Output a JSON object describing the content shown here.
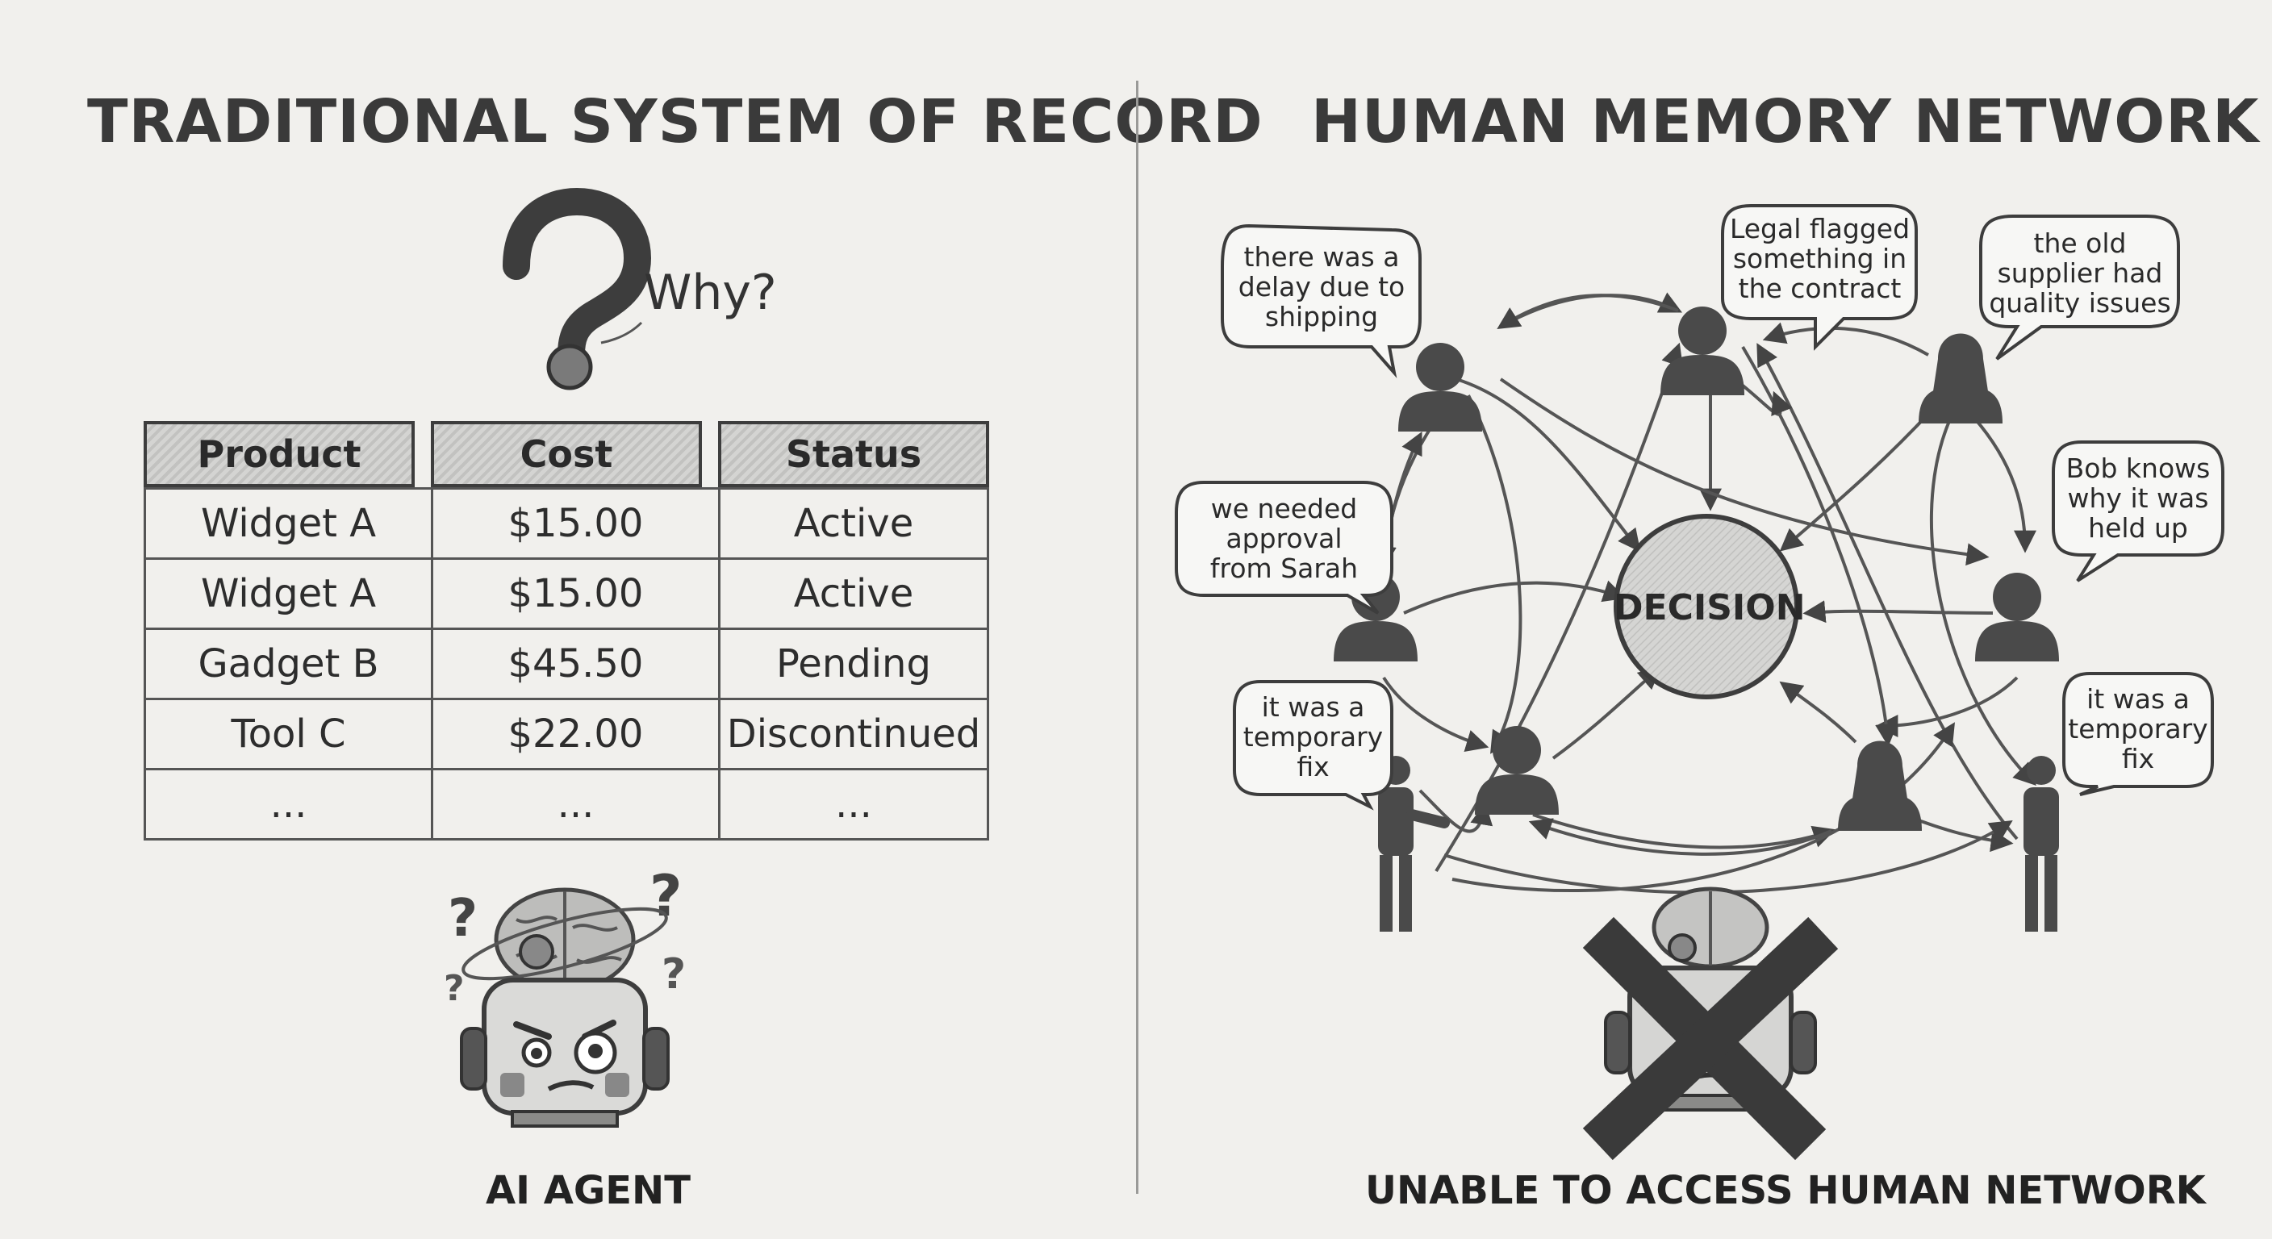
{
  "left_panel": {
    "title": "TRADITIONAL SYSTEM OF RECORD",
    "question_text": "Why?",
    "table": {
      "headers": [
        "Product",
        "Cost",
        "Status"
      ],
      "rows": [
        [
          "Widget A",
          "$15.00",
          "Active"
        ],
        [
          "Widget A",
          "$15.00",
          "Active"
        ],
        [
          "Gadget B",
          "$45.50",
          "Pending"
        ],
        [
          "Tool C",
          "$22.00",
          "Discontinued"
        ],
        [
          "...",
          "...",
          "..."
        ]
      ]
    },
    "caption": "AI AGENT"
  },
  "right_panel": {
    "title": "HUMAN MEMORY NETWORK",
    "center_label": "DECISION",
    "bubbles": [
      {
        "lines": [
          "there was a",
          "delay due to",
          "shipping"
        ]
      },
      {
        "lines": [
          "Legal flagged",
          "something in",
          "the contract"
        ]
      },
      {
        "lines": [
          "the old",
          "supplier had",
          "quality issues"
        ]
      },
      {
        "lines": [
          "we needed",
          "approval",
          "from Sarah"
        ]
      },
      {
        "lines": [
          "Bob knows",
          "why it was",
          "held up"
        ]
      },
      {
        "lines": [
          "it was a",
          "temporary",
          "fix"
        ]
      },
      {
        "lines": [
          "it was a",
          "temporary",
          "fix"
        ]
      }
    ],
    "caption": "UNABLE TO ACCESS HUMAN NETWORK"
  },
  "colors": {
    "background": "#f1f0ed",
    "ink": "#333333",
    "figure": "#3f3f3f"
  }
}
